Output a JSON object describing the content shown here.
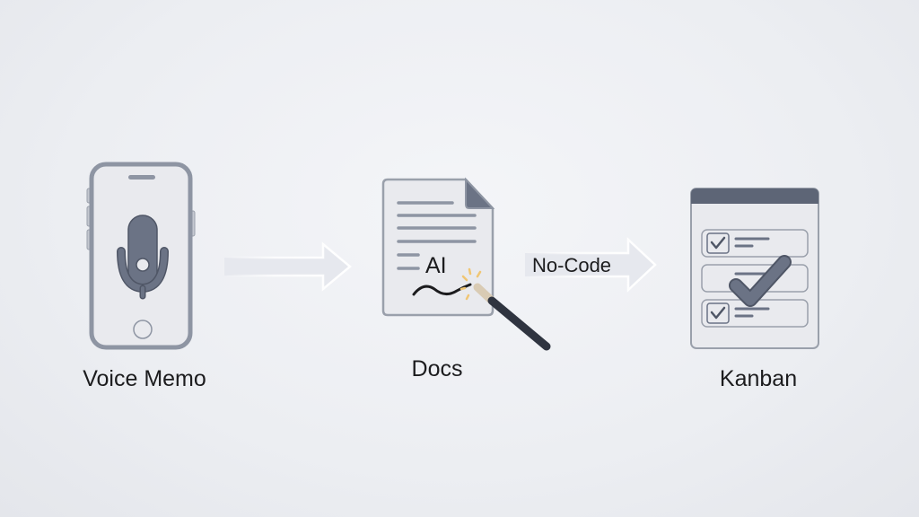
{
  "diagram": {
    "nodes": [
      {
        "id": "voice-memo",
        "label": "Voice Memo",
        "icon": "smartphone-microphone-icon"
      },
      {
        "id": "docs",
        "label": "Docs",
        "icon": "document-ai-magic-wand-icon",
        "badge": "AI"
      },
      {
        "id": "kanban",
        "label": "Kanban",
        "icon": "kanban-checklist-icon"
      }
    ],
    "edges": [
      {
        "from": "voice-memo",
        "to": "docs",
        "label": ""
      },
      {
        "from": "docs",
        "to": "kanban",
        "label": "No-Code"
      }
    ]
  },
  "colors": {
    "background": "#eceef2",
    "icon_stroke": "#8e95a3",
    "icon_fill": "#6b7385",
    "icon_dark": "#5d6576",
    "panel_fill": "#e9eaee",
    "text": "#1c1c1e",
    "sparkle": "#f0c674",
    "wand": "#2f3440"
  }
}
